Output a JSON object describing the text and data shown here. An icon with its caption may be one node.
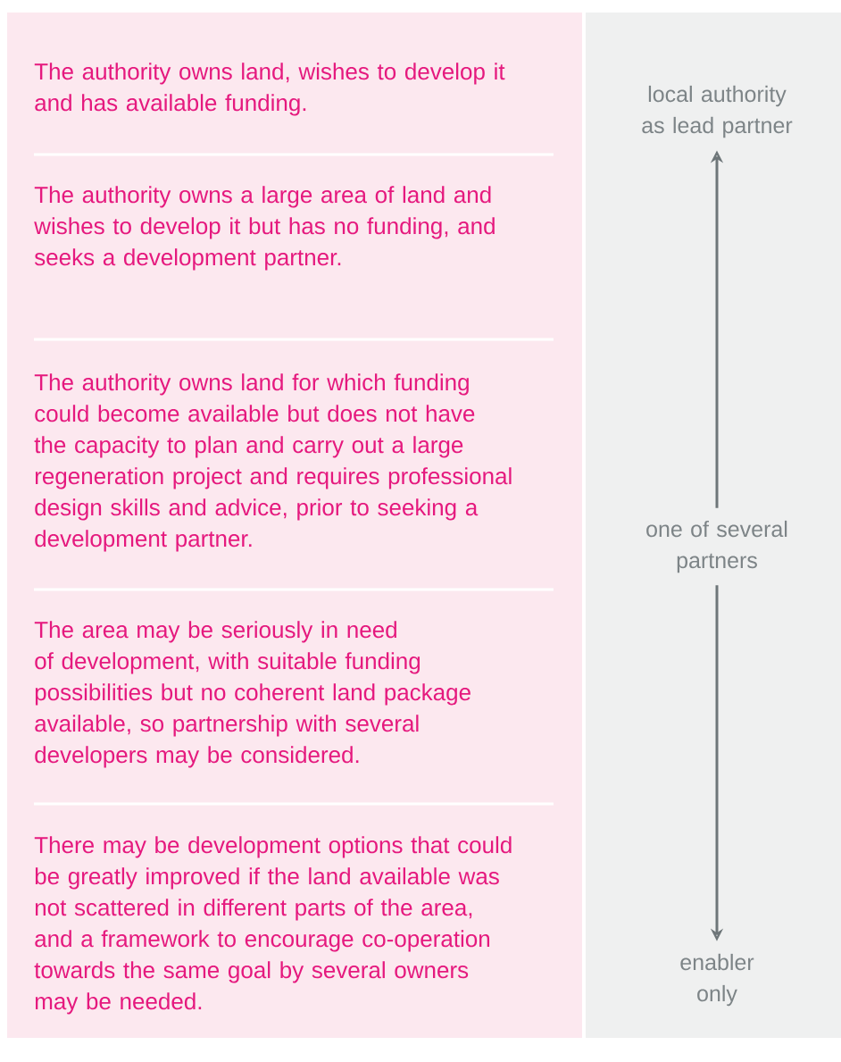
{
  "diagram": {
    "nodes": [
      {
        "text": [
          "The authority owns land, wishes to develop it and has available funding."
        ]
      },
      {
        "text": [
          "The authority owns a large area of land and wishes to develop it but has no funding, and seeks a development partner."
        ]
      },
      {
        "text": [
          "The authority owns land for which funding could become available but does not have the capacity to plan and carry out a large regeneration project and requires professional design skills and advice, prior to seeking a development partner."
        ]
      },
      {
        "text": [
          "The area may be seriously in need of development, with suitable funding possibilities but no coherent land package available, so partnership with several developers may be considered."
        ]
      },
      {
        "text": [
          "There may be development options that could be greatly improved if the land available was not scattered in different parts of the area, and a framework to encourage co-operation towards the same goal by several owners may be needed."
        ]
      },
      {
        "text": [
          "local authority as lead partner"
        ]
      },
      {
        "text": [
          "one of several partners"
        ]
      },
      {
        "text": [
          "enabler only"
        ]
      }
    ],
    "edges": [
      {
        "from": 6,
        "to": 5,
        "arrow": "to"
      },
      {
        "from": 6,
        "to": 7,
        "arrow": "to"
      }
    ]
  }
}
